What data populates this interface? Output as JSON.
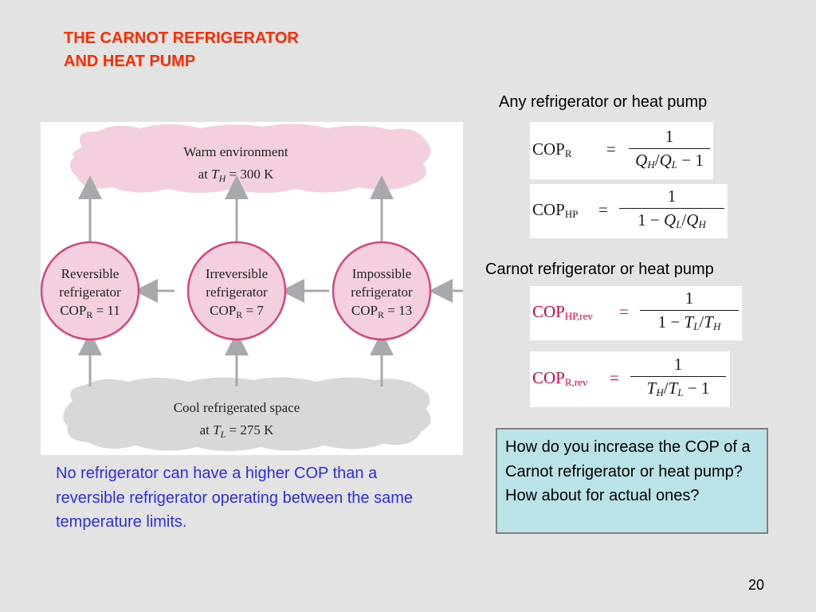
{
  "slide": {
    "title_line1": "THE CARNOT REFRIGERATOR",
    "title_line2": "AND HEAT PUMP",
    "page_number": "20"
  },
  "diagram": {
    "warm": {
      "line1": "Warm environment",
      "line2_prefix": "at ",
      "var": "T",
      "sub": "H",
      "value": " = 300 K"
    },
    "cool": {
      "line1": "Cool refrigerated space",
      "line2_prefix": "at ",
      "var": "T",
      "sub": "L",
      "value": " = 275 K"
    },
    "devices": [
      {
        "line1": "Reversible",
        "line2": "refrigerator",
        "cop_prefix": "COP",
        "cop_sub": "R",
        "cop_value": " = 11"
      },
      {
        "line1": "Irreversible",
        "line2": "refrigerator",
        "cop_prefix": "COP",
        "cop_sub": "R",
        "cop_value": " = 7"
      },
      {
        "line1": "Impossible",
        "line2": "refrigerator",
        "cop_prefix": "COP",
        "cop_sub": "R",
        "cop_value": " = 13"
      }
    ],
    "colors": {
      "warm": "#f3cfe0",
      "cool": "#d7d8da",
      "circle_border": "#d6457f",
      "arrow": "#a7a9ac"
    }
  },
  "caption": "No refrigerator can have a higher COP than a reversible refrigerator operating between the same temperature limits.",
  "any_heading": "Any refrigerator or heat pump",
  "carnot_heading": "Carnot refrigerator or heat pump",
  "formulas": {
    "cop_r": {
      "lhs": "COP",
      "sub": "R",
      "num": "1",
      "den_q1": "Q",
      "den_s1": "H",
      "den_mid": "/",
      "den_q2": "Q",
      "den_s2": "L",
      "den_tail": " − 1"
    },
    "cop_hp": {
      "lhs": "COP",
      "sub": "HP",
      "num": "1",
      "den_head": "1 − ",
      "den_q1": "Q",
      "den_s1": "L",
      "den_mid": "/",
      "den_q2": "Q",
      "den_s2": "H"
    },
    "cop_hp_rev": {
      "lhs": "COP",
      "sub": "HP,rev",
      "num": "1",
      "den_head": "1 − ",
      "den_q1": "T",
      "den_s1": "L",
      "den_mid": "/",
      "den_q2": "T",
      "den_s2": "H"
    },
    "cop_r_rev": {
      "lhs": "COP",
      "sub": "R,rev",
      "num": "1",
      "den_q1": "T",
      "den_s1": "H",
      "den_mid": "/",
      "den_q2": "T",
      "den_s2": "L",
      "den_tail": " − 1"
    },
    "eq": "="
  },
  "question": "How do you increase the COP of a Carnot refrigerator or heat pump? How about for actual ones?",
  "colors": {
    "title": "#ff2a00",
    "caption": "#2d2df0",
    "question_bg": "#b9e3e6",
    "formula_highlight": "#e0004a"
  }
}
